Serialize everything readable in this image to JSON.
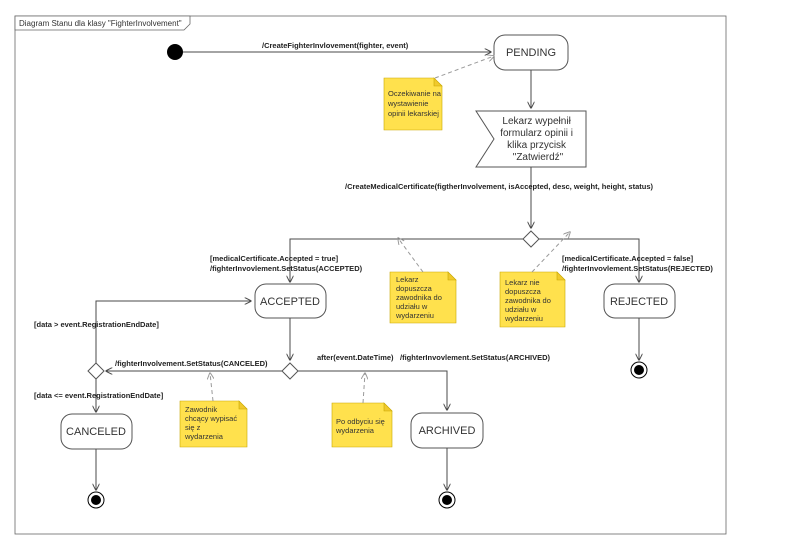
{
  "frame": {
    "title": "Diagram Stanu dla klasy \"FighterInvolvement\""
  },
  "states": {
    "pending": "PENDING",
    "accepted": "ACCEPTED",
    "rejected": "REJECTED",
    "canceled": "CANCELED",
    "archived": "ARCHIVED"
  },
  "signal": {
    "lines": [
      "Lekarz wypełnił",
      "formularz opinii i",
      "klika przycisk",
      "\"Zatwierdź\""
    ]
  },
  "transitions": {
    "create": "/CreateFighterInvlovement(fighter, event)",
    "medical": "/CreateMedicalCertificate(figtherInvolvement, isAccepted, desc, weight, height, status)",
    "accepted_guard": "[medicalCertificate.Accepted = true]",
    "accepted_action": "/fighterInvovlement.SetStatus(ACCEPTED)",
    "rejected_guard": "[medicalCertificate.Accepted = false]",
    "rejected_action": "/fighterInvovlement.SetStatus(REJECTED)",
    "canceled_action": "/fighterInvolvement.SetStatus(CANCELED)",
    "archived_trigger": "after(event.DateTime)",
    "archived_action": "/fighterInvovlement.SetStatus(ARCHIVED)",
    "date_after": "[data > event.RegistrationEndDate]",
    "date_before": "[data <= event.RegistrationEndDate]"
  },
  "notes": {
    "waiting": [
      "Oczekiwanie na",
      "wystawienie",
      "opinii lekarskiej"
    ],
    "doctor_allows": [
      "Lekarz",
      "dopuszcza",
      "zawodnika do",
      "udziału w",
      "wydarzeniu"
    ],
    "doctor_denies": [
      "Lekarz nie",
      "dopuszcza",
      "zawodnika do",
      "udziału w",
      "wydarzeniu"
    ],
    "fighter_cancel": [
      "Zawodnik",
      "chcący wypisać",
      "się z",
      "wydarzenia"
    ],
    "after_event": [
      "Po odbyciu się",
      "wydarzenia"
    ]
  }
}
